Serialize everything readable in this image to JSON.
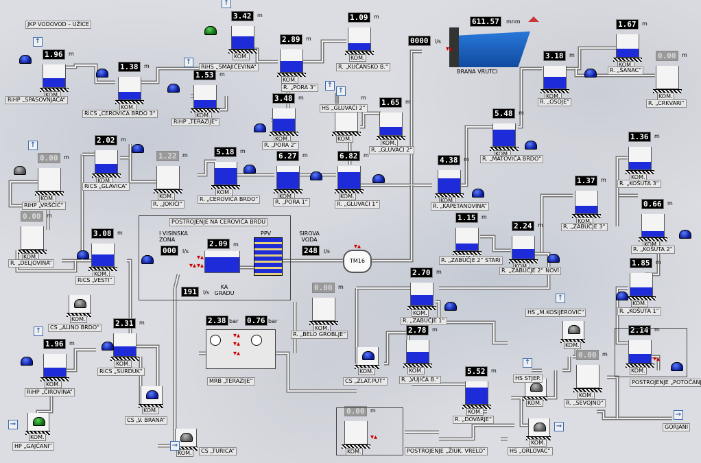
{
  "title": "JKP VODOVOD – UŽICE",
  "units": {
    "m": "m",
    "ls": "l/s",
    "bar": "bar",
    "mnm": "mnm"
  },
  "kom": "KOM.",
  "tanks": [
    {
      "id": "rihp_spasovnjaca",
      "label": "RiHP „SPASOVNJAČA“",
      "level": "1.96"
    },
    {
      "id": "rics_cerovica_brdo3",
      "label": "RiCS „CEROVIĆA BRDO 3“",
      "level": "1.38"
    },
    {
      "id": "rihs_smajicevina",
      "label": "RiHS „SMAJIĆEVINA“",
      "level": "3.42"
    },
    {
      "id": "r_pora3",
      "label": "R. „PORA 3“",
      "level": "2.89"
    },
    {
      "id": "r_kucansko",
      "label": "R. „KUČANSKO B.“",
      "level": "1.09"
    },
    {
      "id": "rihp_terazije",
      "label": "RiHP „TERAZIJE“",
      "level": "1.53"
    },
    {
      "id": "r_pora2",
      "label": "R. „PORA 2“",
      "level": "3.48"
    },
    {
      "id": "hs_gluvaci2",
      "label": "HS „GLUVAĆI 2“",
      "level": ""
    },
    {
      "id": "r_gluvaci2",
      "label": "R. „GLUVAĆI 2“",
      "level": "1.65"
    },
    {
      "id": "rics_glavica",
      "label": "RiCS „GLAVICA“",
      "level": "2.02"
    },
    {
      "id": "r_jokici",
      "label": "R. „JOKIĆI“",
      "level": "1.22"
    },
    {
      "id": "r_cerovica_brdo",
      "label": "R. „CEROVIĆA BRDO“",
      "level": "5.18"
    },
    {
      "id": "r_pora1",
      "label": "R. „PORA 1“",
      "level": "6.27"
    },
    {
      "id": "r_gluvaci1",
      "label": "R. „GLUVAĆI 1“",
      "level": "6.82"
    },
    {
      "id": "rihp_vrscic",
      "label": "RiHP „VRŠČIĆ“",
      "level": "0.00"
    },
    {
      "id": "r_deljovina",
      "label": "R. „DELJOVINA“",
      "level": "0.00"
    },
    {
      "id": "rics_vesti",
      "label": "RiCS „VESTI“",
      "level": "3.08"
    },
    {
      "id": "r_osoje",
      "label": "R. „OSOJE“",
      "level": "3.18"
    },
    {
      "id": "r_sanac",
      "label": "R. „ŠANAC“",
      "level": "1.67"
    },
    {
      "id": "r_crkvari",
      "label": "R. „CRKVARI“",
      "level": "0.00"
    },
    {
      "id": "r_matovica",
      "label": "R. „MATOVIĆA BRDO“",
      "level": "5.48"
    },
    {
      "id": "r_kapetanovina",
      "label": "R. „KAPETANOVINA“",
      "level": "4.38"
    },
    {
      "id": "r_kosuta3",
      "label": "R. „KOŠUTA 3“",
      "level": "1.36"
    },
    {
      "id": "r_zabucje3",
      "label": "R. „ZABUČJE 3“",
      "level": "1.37"
    },
    {
      "id": "r_kosuta2",
      "label": "R. „KOŠUTA 2“",
      "level": "0.66"
    },
    {
      "id": "r_zabucje2_stari",
      "label": "R. „ZABUČJE 2“ STARI",
      "level": "1.15"
    },
    {
      "id": "r_zabucje2_novi",
      "label": "R. „ZABUČJE 2“ NOVI",
      "level": "2.24"
    },
    {
      "id": "r_kosuta1",
      "label": "R. „KOŠUTA 1“",
      "level": "1.85"
    },
    {
      "id": "r_zabucje1",
      "label": "R. „ZABUČJE 1“",
      "level": "2.70"
    },
    {
      "id": "r_belo_groblje",
      "label": "R. „BELO GROBLJE“",
      "level": "0.00"
    },
    {
      "id": "rics_surduk",
      "label": "RiCS „SURDUK“",
      "level": "2.31"
    },
    {
      "id": "rihp_cirovina",
      "label": "RiHP „ĆIROVINA“",
      "level": "1.96"
    },
    {
      "id": "r_vujica",
      "label": "R. „VUJIĆA B.“",
      "level": "2.78"
    },
    {
      "id": "r_dovarje",
      "label": "R. „DOVARJE“",
      "level": "5.52"
    },
    {
      "id": "r_sevojno",
      "label": "R. „SEVOJNO“",
      "level": "0.00"
    },
    {
      "id": "potocanje",
      "label": "POSTROJENJE „POTOČANJE“",
      "level": "2.14"
    },
    {
      "id": "ziuk_vrelo",
      "label": "POSTROJENJE „ŽIUK. VRELO“",
      "level": "0.00"
    }
  ],
  "stations": {
    "cs_alino_brdo": "CS „ALINO BRDO“",
    "cs_v_brana": "CS „V. BRANA“",
    "hp_gajcani": "HP „GAJČANI“",
    "cs_turica": "CS „TURICA“",
    "cs_zlat_put": "CS „ZLAT.PUT“",
    "hs_m_kosijerovic": "HS „M.KOSIJEROVIĆ“",
    "hs_stjep": "HS STJEP.",
    "hs_orlovac": "HS „ORLOVAC“",
    "gorjani": "GORJANI",
    "mrb_terazije": "MRB „TERAZIJE“"
  },
  "dam": {
    "label": "BRANA VRUTCI",
    "level": "611.57",
    "flow": "0000"
  },
  "plant": {
    "title": "POSTROJENJE NA CEROVIĆA BRDU",
    "zone_label": "I VISINSKA ZONA",
    "zone_flow": "000",
    "tank_level": "2.09",
    "ppv": "PPV",
    "raw_label": "SIROVA VODA",
    "raw_flow": "248",
    "city_label": "KA GRADU",
    "city_flow": "191",
    "tm": "TM16"
  },
  "mrb": {
    "p1": "2.38",
    "p2": "0.76"
  }
}
